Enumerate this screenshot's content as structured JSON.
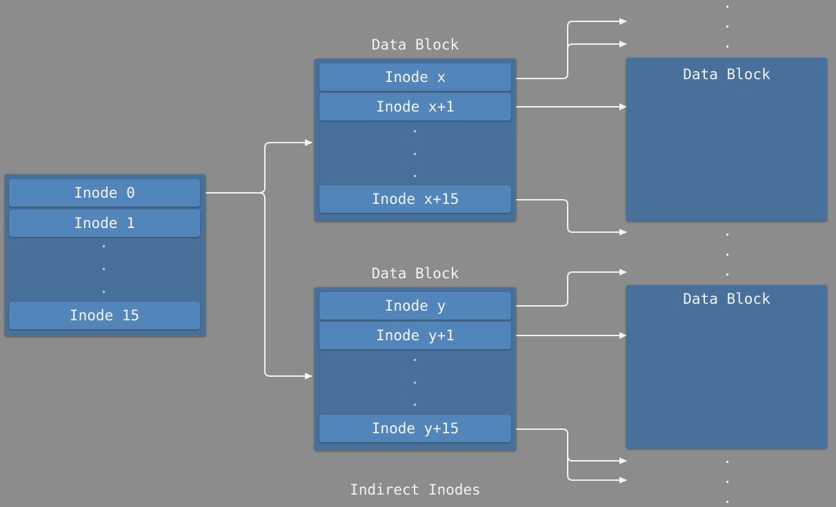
{
  "root": {
    "slots": {
      "first": "Inode 0",
      "second": "Inode 1",
      "last": "Inode 15"
    }
  },
  "indirect_x": {
    "caption": "Data Block",
    "slots": {
      "first": "Inode x",
      "second": "Inode x+1",
      "last": "Inode x+15"
    }
  },
  "indirect_y": {
    "caption": "Data Block",
    "slots": {
      "first": "Inode y",
      "second": "Inode y+1",
      "last": "Inode y+15"
    }
  },
  "data_block_top": {
    "label": "Data Block"
  },
  "data_block_bottom": {
    "label": "Data Block"
  },
  "footer": {
    "caption": "Indirect Inodes"
  }
}
